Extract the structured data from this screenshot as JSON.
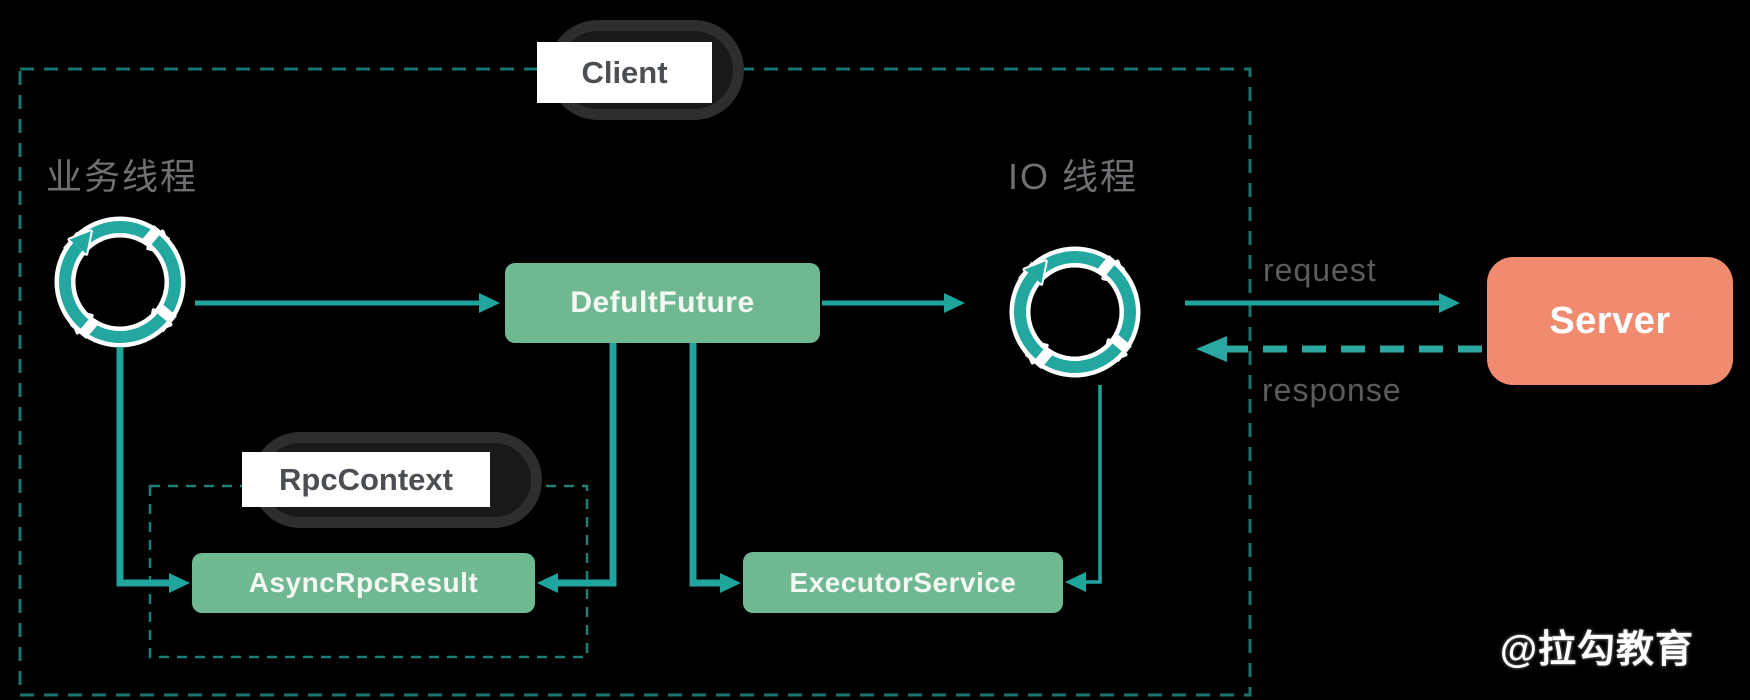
{
  "colors": {
    "background": "#000000",
    "arrow_teal": "#1FA49E",
    "dashed_border_teal": "#17756F",
    "response_dash_teal": "#2BA8A1",
    "node_green": "#6FB892",
    "server_salmon": "#F08B6F",
    "thread_label_gray": "#6E7073",
    "wire_label_gray": "#5A5C5E",
    "tag_text_gray": "#4B4E52",
    "tag_shadow_dark": "#2E2E2E"
  },
  "diagram": {
    "client": {
      "label": "Client"
    },
    "business_thread": {
      "label": "业务线程"
    },
    "io_thread": {
      "label": "IO 线程"
    },
    "default_future": {
      "label": "DefultFuture"
    },
    "rpc_context": {
      "label": "RpcContext"
    },
    "async_rpc_result": {
      "label": "AsyncRpcResult"
    },
    "executor_service": {
      "label": "ExecutorService"
    },
    "server": {
      "label": "Server"
    },
    "request_arrow": {
      "label": "request"
    },
    "response_arrow": {
      "label": "response"
    },
    "watermark": {
      "label": "@拉勾教育"
    }
  }
}
